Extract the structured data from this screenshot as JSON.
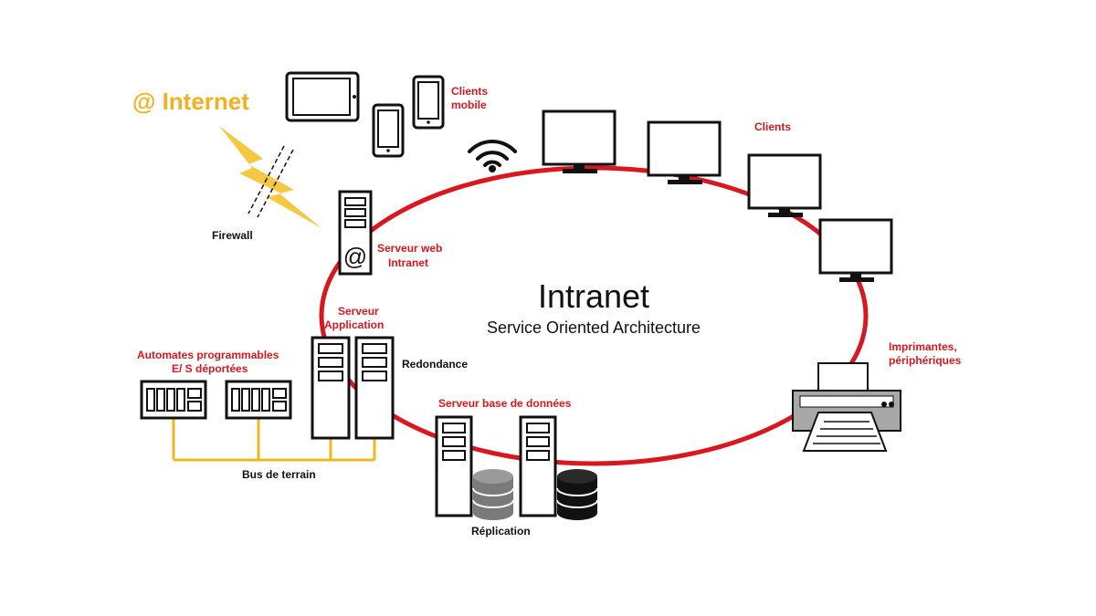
{
  "diagram": {
    "title": "Intranet",
    "subtitle": "Service Oriented Architecture",
    "internet_label": "@ Internet",
    "firewall_label": "Firewall",
    "clients_mobile_label": [
      "Clients",
      "mobile"
    ],
    "clients_label": "Clients",
    "web_server_label": [
      "Serveur web",
      "Intranet"
    ],
    "app_server_label": [
      "Serveur",
      "Application"
    ],
    "redundancy_label": "Redondance",
    "plc_label": [
      "Automates programmables",
      "E/ S déportées"
    ],
    "fieldbus_label": "Bus de terrain",
    "db_server_label": "Serveur base de données",
    "replication_label": "Réplication",
    "printers_label": [
      "Imprimantes,",
      "périphériques"
    ],
    "web_server_symbol": "@"
  },
  "colors": {
    "ring": "#d8181e",
    "labels_red": "#d8181e",
    "internet": "#f5b021",
    "fieldbus": "#f2b622",
    "lightning": "#f5c842"
  },
  "icons": [
    "tablet-icon",
    "smartphone-icon",
    "wifi-icon",
    "monitor-icon",
    "server-icon",
    "database-icon",
    "printer-icon",
    "plc-icon",
    "lightning-icon",
    "firewall-icon"
  ]
}
